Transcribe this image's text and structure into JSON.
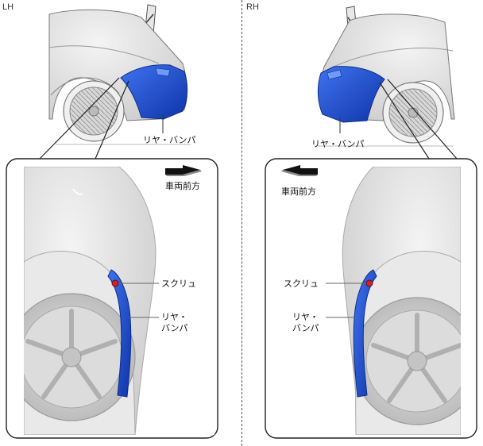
{
  "panels": {
    "left": {
      "side": "LH",
      "top_label": "リヤ・バンパ",
      "direction_label": "車両前方",
      "screw_label": "スクリュ",
      "bumper_label_line1": "リヤ・",
      "bumper_label_line2": "バンパ"
    },
    "right": {
      "side": "RH",
      "top_label": "リヤ・バンパ",
      "direction_label": "車両前方",
      "screw_label": "スクリュ",
      "bumper_label_line1": "リヤ・",
      "bumper_label_line2": "バンパ"
    }
  },
  "colors": {
    "bumper_blue": "#1a4fd0",
    "bumper_dark": "#0d2f8a",
    "body_gray": "#d9d9d9",
    "screw_red": "#d0202a"
  }
}
